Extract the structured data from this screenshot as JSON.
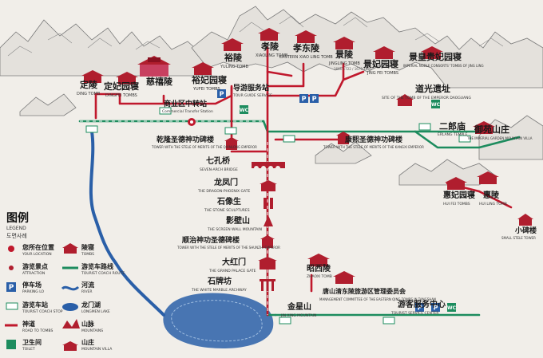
{
  "colors": {
    "road": "#c0182c",
    "route": "#1d8c5e",
    "river": "#2a5fa8",
    "building": "#b01e2e",
    "mountain_line": "#8a8a8a",
    "paper": "#f1eee9"
  },
  "places": {
    "ding_ling": {
      "cn": "定陵",
      "en": "DING TOMB"
    },
    "dingdongling": {
      "cn": "定妃园寝",
      "en": "DINGFEI TOMBS"
    },
    "cixi_ling": {
      "cn": "慈禧陵",
      "en": ""
    },
    "yufei": {
      "cn": "裕妃园寝",
      "en": "YUFEI TOMBS"
    },
    "yu_ling": {
      "cn": "裕陵",
      "en": "YULING TOMB"
    },
    "xiao_ling": {
      "cn": "孝陵",
      "en": "XIAOLING TOMB"
    },
    "xiaodong_ling": {
      "cn": "孝东陵",
      "en": "EASTERN XIAO LING TOMB"
    },
    "jing_ling": {
      "cn": "景陵",
      "en": "JINGLING TOMB"
    },
    "jingfei": {
      "cn": "景妃园寝",
      "en": "JING FEI TOMBS"
    },
    "jinghuang": {
      "cn": "景皇贵妃园寝",
      "en": "IMPERIAL NOBLE CONSORTS' TOMBS OF JING LING"
    },
    "daoguang": {
      "cn": "道光遗址",
      "en": "SITE OF THE TOMB OF THE EMPEROR DAOGUANG"
    },
    "erlang": {
      "cn": "二郎庙",
      "en": "ERLANG TEMPLE"
    },
    "yuyuan": {
      "cn": "御苑山庄",
      "en": "THE IMPERIAL GARDEN MOUNTAIN VILLA"
    },
    "daoyou": {
      "cn": "导游服务站",
      "en": "TOUR GUIDE SERVICE"
    },
    "shangye": {
      "cn": "商业区中转站",
      "en": "Commercial Transfer Station"
    },
    "qianlong_stele": {
      "cn": "乾隆圣德神功碑楼",
      "en": "TOWER WITH THE STELE OF MERITS OF THE QIANLONG EMPEROR"
    },
    "kangxi_stele": {
      "cn": "康熙圣德神功碑楼",
      "en": "TOWER WITH THE STELE OF MERITS OF THE KANGXI EMPEROR"
    },
    "qikong": {
      "cn": "七孔桥",
      "en": "SEVEN-ARCH BRIDGE"
    },
    "longfeng": {
      "cn": "龙凤门",
      "en": "THE DRAGON-PHOENIX GATE"
    },
    "shixiang": {
      "cn": "石像生",
      "en": "THE STONE SCULPTURES"
    },
    "yingbi": {
      "cn": "影壁山",
      "en": "THE SCREEN WALL MOUNTAIN"
    },
    "shunzhi_stele": {
      "cn": "顺治神功圣德碑楼",
      "en": "TOWER WITH THE STELE OF MERITS OF THE SHUNZHI EMPEROR"
    },
    "dahong": {
      "cn": "大红门",
      "en": "THE GRAND PALACE GATE"
    },
    "shipai": {
      "cn": "石牌坊",
      "en": "THE WHITE MARBLE ARCHWAY"
    },
    "zhaoxi": {
      "cn": "昭西陵",
      "en": "ZHAOXI TOMB"
    },
    "huifei": {
      "cn": "惠妃园寝",
      "en": "HUI FEI TOMBS"
    },
    "hui_ling": {
      "cn": "惠陵",
      "en": "HUI LING TOMB"
    },
    "xiaobei": {
      "cn": "小碑楼",
      "en": "SMALL STELE TOWER"
    },
    "jinxing": {
      "cn": "金星山",
      "en": "JIN XING MOUNTAIN"
    },
    "guanli": {
      "cn": "唐山清东陵旅游区管理委员会",
      "en": "MANAGEMENT COMMITTEE OF THE EASTERN QING TOMBS IN TANGSHAN"
    },
    "youke": {
      "cn": "游客服务中心",
      "en": "TOURIST SERVICE CENTER"
    }
  },
  "legend": {
    "title_cn": "图例",
    "title_en": "LEGEND",
    "title_ko": "도면사례",
    "items": [
      {
        "cn": "您所在位置",
        "en": "YOUR LOCATION"
      },
      {
        "cn": "陵寝",
        "en": "TOMBS"
      },
      {
        "cn": "游览景点",
        "en": "ATTRACTION"
      },
      {
        "cn": "游览车路线",
        "en": "TOURIST COACH ROUTE"
      },
      {
        "cn": "停车场",
        "en": "PARKING LO"
      },
      {
        "cn": "河流",
        "en": "RIVER"
      },
      {
        "cn": "游览车站",
        "en": "TOURIST COACH STOP"
      },
      {
        "cn": "龙门湖",
        "en": "LONGMEN LAKE"
      },
      {
        "cn": "神道",
        "en": "ROAD TO TOMBS"
      },
      {
        "cn": "山脉",
        "en": "MOUNTAINS"
      },
      {
        "cn": "卫生间",
        "en": "TOILET"
      },
      {
        "cn": "山庄",
        "en": "MOUNTAIN VILLA"
      }
    ]
  },
  "icons": {
    "parking": "P",
    "toilet": "WC",
    "you_are_here": "you-are-here-icon"
  },
  "annotations": {
    "jingling_years": "1661-1722 / 1679-1681"
  }
}
